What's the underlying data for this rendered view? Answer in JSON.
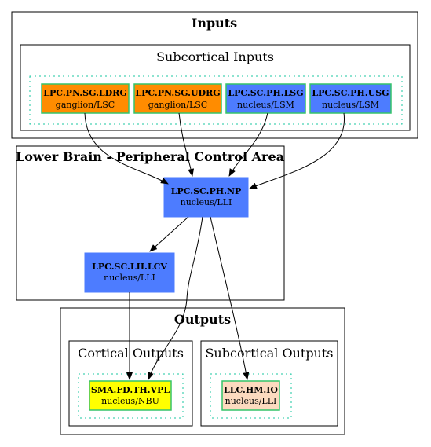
{
  "colors": {
    "orange": "#ff8c00",
    "blue": "#4d7cff",
    "yellow": "#ffff00",
    "peach": "#fcdabf",
    "node_border_green": "#35c46a",
    "dotted_teal": "#18c7a2"
  },
  "clusters": {
    "inputs": "Inputs",
    "subcortical_inputs": "Subcortical Inputs",
    "lower_brain": "Lower Brain - Peripheral Control Area",
    "outputs": "Outputs",
    "cortical_outputs": "Cortical Outputs",
    "subcortical_outputs": "Subcortical Outputs"
  },
  "nodes": {
    "ldrg": {
      "name": "LPC.PN.SG.LDRG",
      "type": "ganglion/LSC"
    },
    "udrg": {
      "name": "LPC.PN.SG.UDRG",
      "type": "ganglion/LSC"
    },
    "lsg": {
      "name": "LPC.SC.PH.LSG",
      "type": "nucleus/LSM"
    },
    "usg": {
      "name": "LPC.SC.PH.USG",
      "type": "nucleus/LSM"
    },
    "np": {
      "name": "LPC.SC.PH.NP",
      "type": "nucleus/LLI"
    },
    "lcv": {
      "name": "LPC.SC.LH.LCV",
      "type": "nucleus/LLI"
    },
    "vpl": {
      "name": "SMA.FD.TH.VPL",
      "type": "nucleus/NBU"
    },
    "io": {
      "name": "LLC.HM.IO",
      "type": "nucleus/LLI"
    }
  }
}
